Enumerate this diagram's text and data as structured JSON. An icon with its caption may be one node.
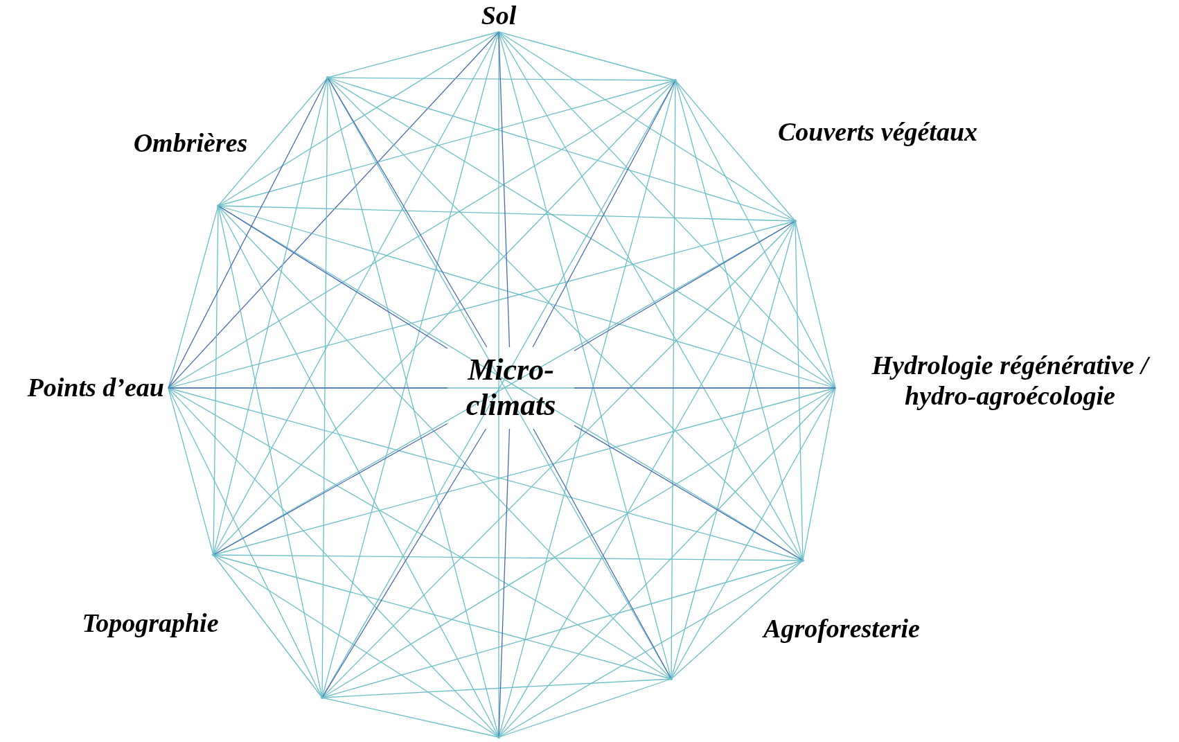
{
  "diagram": {
    "nodes": [
      {
        "text": [
          "Sol"
        ]
      },
      {
        "text": [],
        "shape": "point"
      },
      {
        "text": [],
        "shape": "point"
      },
      {
        "text": [
          "Hydrologie régénérative / hydro-agroécologie"
        ]
      },
      {
        "text": [],
        "shape": "point"
      },
      {
        "text": [],
        "shape": "point"
      },
      {
        "text": [],
        "shape": "point"
      },
      {
        "text": [],
        "shape": "point"
      },
      {
        "text": [],
        "shape": "point"
      },
      {
        "text": [
          "Points d’eau"
        ]
      },
      {
        "text": [],
        "shape": "point"
      },
      {
        "text": [],
        "shape": "point"
      },
      {
        "text": [
          "Micro-climats"
        ]
      }
    ],
    "edges": [
      {
        "from": 0,
        "to": 1,
        "arrow": "none"
      },
      {
        "from": 0,
        "to": 2,
        "arrow": "none"
      },
      {
        "from": 0,
        "to": 3,
        "arrow": "none"
      },
      {
        "from": 0,
        "to": 4,
        "arrow": "none"
      },
      {
        "from": 0,
        "to": 5,
        "arrow": "none"
      },
      {
        "from": 0,
        "to": 6,
        "arrow": "none"
      },
      {
        "from": 0,
        "to": 7,
        "arrow": "none"
      },
      {
        "from": 0,
        "to": 8,
        "arrow": "none"
      },
      {
        "from": 0,
        "to": 9,
        "arrow": "none",
        "color": "#4a6bb0"
      },
      {
        "from": 0,
        "to": 10,
        "arrow": "none"
      },
      {
        "from": 0,
        "to": 11,
        "arrow": "none"
      },
      {
        "from": 1,
        "to": 2,
        "arrow": "none"
      },
      {
        "from": 1,
        "to": 3,
        "arrow": "none"
      },
      {
        "from": 1,
        "to": 4,
        "arrow": "none"
      },
      {
        "from": 1,
        "to": 5,
        "arrow": "none"
      },
      {
        "from": 1,
        "to": 6,
        "arrow": "none"
      },
      {
        "from": 1,
        "to": 7,
        "arrow": "none"
      },
      {
        "from": 1,
        "to": 8,
        "arrow": "none"
      },
      {
        "from": 1,
        "to": 9,
        "arrow": "none"
      },
      {
        "from": 1,
        "to": 10,
        "arrow": "none"
      },
      {
        "from": 1,
        "to": 11,
        "arrow": "none"
      },
      {
        "from": 2,
        "to": 3,
        "arrow": "none"
      },
      {
        "from": 2,
        "to": 4,
        "arrow": "none"
      },
      {
        "from": 2,
        "to": 5,
        "arrow": "none"
      },
      {
        "from": 2,
        "to": 6,
        "arrow": "none"
      },
      {
        "from": 2,
        "to": 7,
        "arrow": "none"
      },
      {
        "from": 2,
        "to": 8,
        "arrow": "none"
      },
      {
        "from": 2,
        "to": 9,
        "arrow": "none"
      },
      {
        "from": 2,
        "to": 10,
        "arrow": "none"
      },
      {
        "from": 2,
        "to": 11,
        "arrow": "none"
      },
      {
        "from": 3,
        "to": 4,
        "arrow": "none"
      },
      {
        "from": 3,
        "to": 5,
        "arrow": "none"
      },
      {
        "from": 3,
        "to": 6,
        "arrow": "none"
      },
      {
        "from": 3,
        "to": 7,
        "arrow": "none"
      },
      {
        "from": 3,
        "to": 8,
        "arrow": "none"
      },
      {
        "from": 3,
        "to": 9,
        "arrow": "none"
      },
      {
        "from": 3,
        "to": 10,
        "arrow": "none"
      },
      {
        "from": 3,
        "to": 11,
        "arrow": "none"
      },
      {
        "from": 4,
        "to": 5,
        "arrow": "none"
      },
      {
        "from": 4,
        "to": 6,
        "arrow": "none"
      },
      {
        "from": 4,
        "to": 7,
        "arrow": "none"
      },
      {
        "from": 4,
        "to": 8,
        "arrow": "none"
      },
      {
        "from": 4,
        "to": 9,
        "arrow": "none"
      },
      {
        "from": 4,
        "to": 10,
        "arrow": "none"
      },
      {
        "from": 4,
        "to": 11,
        "arrow": "none"
      },
      {
        "from": 5,
        "to": 6,
        "arrow": "none"
      },
      {
        "from": 5,
        "to": 7,
        "arrow": "none"
      },
      {
        "from": 5,
        "to": 8,
        "arrow": "none"
      },
      {
        "from": 5,
        "to": 9,
        "arrow": "none"
      },
      {
        "from": 5,
        "to": 10,
        "arrow": "none"
      },
      {
        "from": 5,
        "to": 11,
        "arrow": "none"
      },
      {
        "from": 6,
        "to": 7,
        "arrow": "none"
      },
      {
        "from": 6,
        "to": 8,
        "arrow": "none"
      },
      {
        "from": 6,
        "to": 9,
        "arrow": "none"
      },
      {
        "from": 6,
        "to": 10,
        "arrow": "none"
      },
      {
        "from": 6,
        "to": 11,
        "arrow": "none"
      },
      {
        "from": 7,
        "to": 8,
        "arrow": "none"
      },
      {
        "from": 7,
        "to": 9,
        "arrow": "none"
      },
      {
        "from": 7,
        "to": 10,
        "arrow": "none"
      },
      {
        "from": 7,
        "to": 11,
        "arrow": "none"
      },
      {
        "from": 8,
        "to": 9,
        "arrow": "none"
      },
      {
        "from": 8,
        "to": 10,
        "arrow": "none"
      },
      {
        "from": 8,
        "to": 11,
        "arrow": "none"
      },
      {
        "from": 9,
        "to": 10,
        "arrow": "none"
      },
      {
        "from": 9,
        "to": 11,
        "arrow": "none",
        "color": "#4a6bb0"
      },
      {
        "from": 10,
        "to": 11,
        "arrow": "none"
      },
      {
        "from": 0,
        "to": 12,
        "arrow": "none",
        "color": "#4a6bb0"
      },
      {
        "from": 1,
        "to": 12,
        "arrow": "none",
        "color": "#4a6bb0"
      },
      {
        "from": 2,
        "to": 12,
        "arrow": "none",
        "color": "#4a6bb0"
      },
      {
        "from": 3,
        "to": 12,
        "arrow": "none",
        "color": "#4a6bb0"
      },
      {
        "from": 4,
        "to": 12,
        "arrow": "none",
        "color": "#4a6bb0"
      },
      {
        "from": 5,
        "to": 12,
        "arrow": "none",
        "color": "#4a6bb0"
      },
      {
        "from": 6,
        "to": 12,
        "arrow": "none",
        "color": "#4a6bb0"
      },
      {
        "from": 7,
        "to": 12,
        "arrow": "none",
        "color": "#4a6bb0"
      },
      {
        "from": 8,
        "to": 12,
        "arrow": "none",
        "color": "#4a6bb0"
      },
      {
        "from": 9,
        "to": 12,
        "arrow": "none",
        "color": "#4a6bb0"
      },
      {
        "from": 10,
        "to": 12,
        "arrow": "none",
        "color": "#4a6bb0"
      },
      {
        "from": 11,
        "to": 12,
        "arrow": "none",
        "color": "#4a6bb0"
      }
    ],
    "labels": [
      "Ombrières",
      "Couverts végétaux",
      "Topographie",
      "Agroforesterie"
    ]
  }
}
